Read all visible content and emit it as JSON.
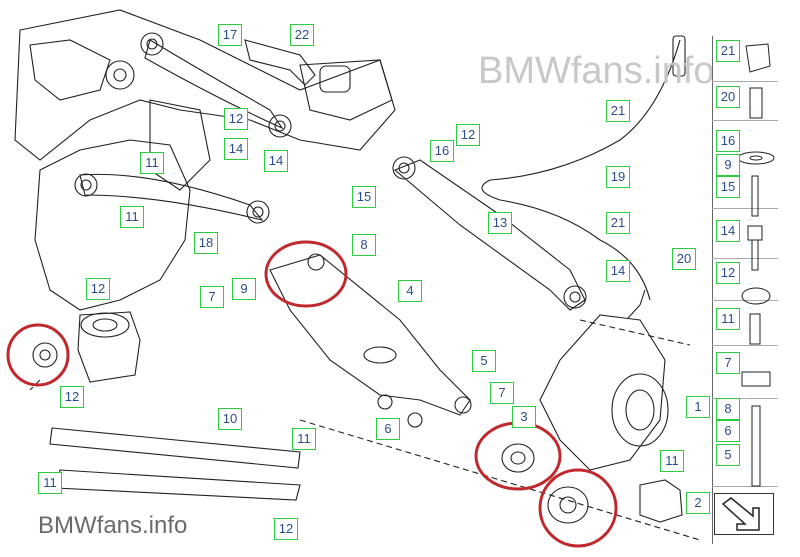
{
  "watermark_top": "BMWfans.info",
  "watermark_bottom": "BMWfans.info",
  "colors": {
    "callout_border": "#2ecc40",
    "callout_text": "#2a4d8f",
    "highlight_circle": "#c0282d",
    "line_art": "#222222"
  },
  "callouts": [
    {
      "id": "c17",
      "label": "17"
    },
    {
      "id": "c22",
      "label": "22"
    },
    {
      "id": "c12a",
      "label": "12"
    },
    {
      "id": "c14a",
      "label": "14"
    },
    {
      "id": "c14b",
      "label": "14"
    },
    {
      "id": "c11a",
      "label": "11"
    },
    {
      "id": "c11b",
      "label": "11"
    },
    {
      "id": "c18",
      "label": "18"
    },
    {
      "id": "c12b",
      "label": "12"
    },
    {
      "id": "c12c",
      "label": "12"
    },
    {
      "id": "c7a",
      "label": "7"
    },
    {
      "id": "c9a",
      "label": "9"
    },
    {
      "id": "c8a",
      "label": "8"
    },
    {
      "id": "c4",
      "label": "4"
    },
    {
      "id": "c15a",
      "label": "15"
    },
    {
      "id": "c16a",
      "label": "16"
    },
    {
      "id": "c12d",
      "label": "12"
    },
    {
      "id": "c13",
      "label": "13"
    },
    {
      "id": "c21a",
      "label": "21"
    },
    {
      "id": "c19",
      "label": "19"
    },
    {
      "id": "c21b",
      "label": "21"
    },
    {
      "id": "c14c",
      "label": "14"
    },
    {
      "id": "c20a",
      "label": "20"
    },
    {
      "id": "c5a",
      "label": "5"
    },
    {
      "id": "c7b",
      "label": "7"
    },
    {
      "id": "c6a",
      "label": "6"
    },
    {
      "id": "c3",
      "label": "3"
    },
    {
      "id": "c1",
      "label": "1"
    },
    {
      "id": "c10",
      "label": "10"
    },
    {
      "id": "c11c",
      "label": "11"
    },
    {
      "id": "c11d",
      "label": "11"
    },
    {
      "id": "c11e",
      "label": "11"
    },
    {
      "id": "c2",
      "label": "2"
    },
    {
      "id": "c12e",
      "label": "12"
    }
  ],
  "parts_list": [
    {
      "id": "p21",
      "label": "21"
    },
    {
      "id": "p20",
      "label": "20"
    },
    {
      "id": "p16",
      "label": "16"
    },
    {
      "id": "p9",
      "label": "9"
    },
    {
      "id": "p15",
      "label": "15"
    },
    {
      "id": "p14",
      "label": "14"
    },
    {
      "id": "p12",
      "label": "12"
    },
    {
      "id": "p11",
      "label": "11"
    },
    {
      "id": "p7",
      "label": "7"
    },
    {
      "id": "p8",
      "label": "8"
    },
    {
      "id": "p6",
      "label": "6"
    },
    {
      "id": "p5",
      "label": "5"
    }
  ]
}
